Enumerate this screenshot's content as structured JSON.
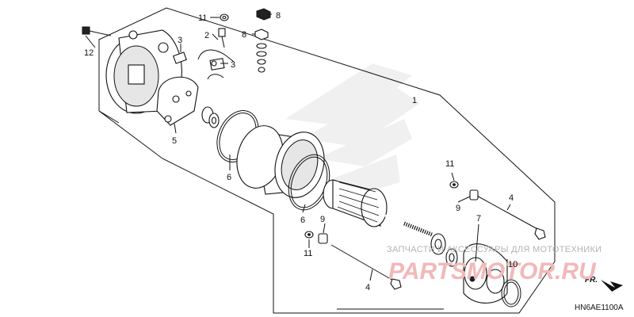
{
  "diagram_code": "HN6AE1100A",
  "direction_label": "FR.",
  "watermark": {
    "line1": "ЗАПЧАСТИ И АКСЕССУАРЫ ДЛЯ МОТОТЕХНИКИ",
    "logo": "PARTSMOTOR.RU"
  },
  "callouts": {
    "c1": "1",
    "c2": "2",
    "c3a": "3",
    "c3b": "3",
    "c4a": "4",
    "c4b": "4",
    "c5": "5",
    "c6a": "6",
    "c6b": "6",
    "c7": "7",
    "c8a": "8",
    "c8b": "8",
    "c9a": "9",
    "c9b": "9",
    "c10": "10",
    "c11a": "11",
    "c11b": "11",
    "c11c": "11",
    "c12": "12"
  },
  "colors": {
    "line": "#111111",
    "watermark_logo": "#f2b8b8",
    "watermark_text": "#b3b3b3",
    "brand_wing": "#d9d9d9"
  }
}
